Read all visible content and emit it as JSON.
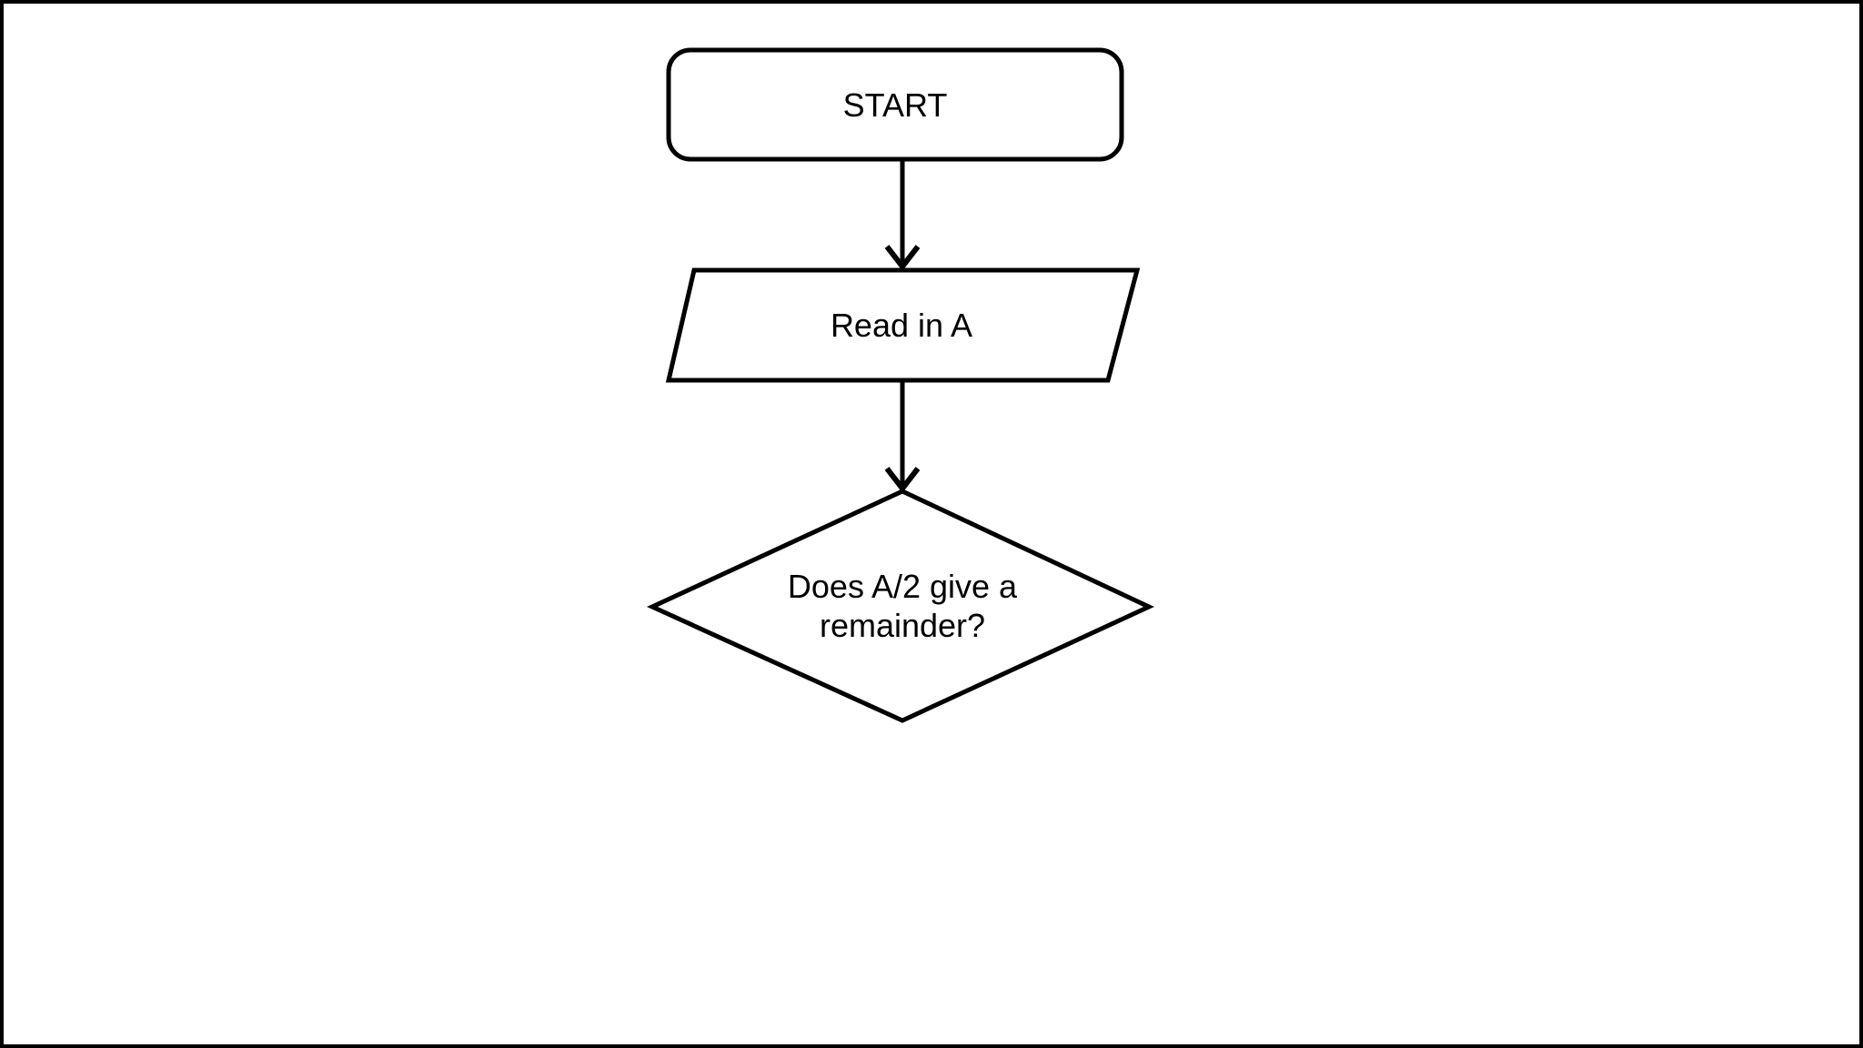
{
  "diagram": {
    "type": "flowchart",
    "background_color": "#ffffff",
    "stroke_color": "#000000",
    "text_color": "#000000",
    "nodes": [
      {
        "id": "start",
        "shape": "terminator",
        "label": "START"
      },
      {
        "id": "read",
        "shape": "parallelogram",
        "label": "Read in A"
      },
      {
        "id": "decision",
        "shape": "diamond",
        "label": "Does A/2 give a remainder?",
        "lines": [
          "Does A/2 give a",
          "remainder?"
        ]
      }
    ],
    "edges": [
      {
        "from": "start",
        "to": "read",
        "style": "arrow-down"
      },
      {
        "from": "read",
        "to": "decision",
        "style": "arrow-down"
      }
    ]
  }
}
